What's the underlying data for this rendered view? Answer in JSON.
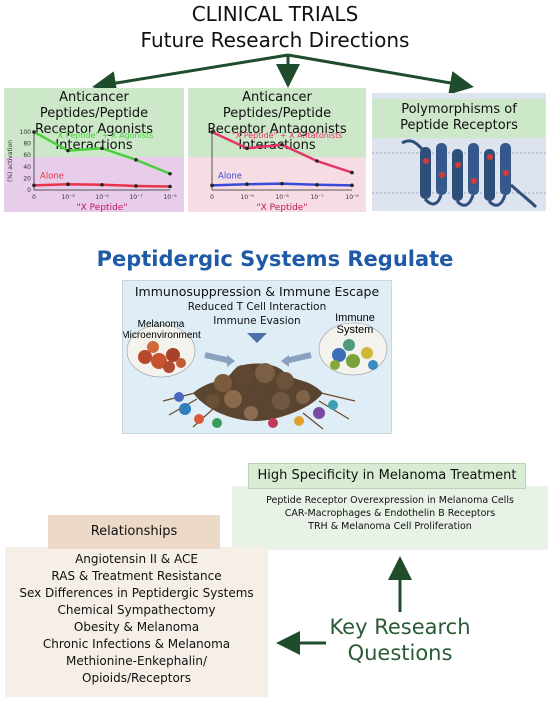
{
  "header": {
    "title": "CLINICAL TRIALS",
    "subtitle": "Future Research Directions"
  },
  "panels": [
    {
      "title_line1": "Anticancer Peptides/Peptide",
      "title_line2": "Receptor Agonists Interactions",
      "chart_data": {
        "type": "line",
        "ylabel": "(%) activation",
        "xlabel": "\"X Peptide\"",
        "x_ticks": [
          "0",
          "10⁻⁹",
          "10⁻⁸",
          "10⁻⁷",
          "10⁻⁶"
        ],
        "y_ticks": [
          "0",
          "20",
          "40",
          "60",
          "80",
          "100"
        ],
        "ylim": [
          0,
          100
        ],
        "series": [
          {
            "name": "\"X Peptide\" + X Agonists",
            "color": "#4ccf3c",
            "values": [
              100,
              68,
              72,
              52,
              28
            ]
          },
          {
            "name": "Alone",
            "color": "#e8334a",
            "values": [
              8,
              10,
              9,
              7,
              6
            ]
          }
        ]
      }
    },
    {
      "title_line1": "Anticancer Peptides/Peptide",
      "title_line2": "Receptor Antagonists Interactions",
      "chart_data": {
        "type": "line",
        "ylabel": "",
        "xlabel": "\"X Peptide\"",
        "x_ticks": [
          "0",
          "10⁻⁹",
          "10⁻⁸",
          "10⁻⁷",
          "10⁻⁶"
        ],
        "y_ticks": [],
        "ylim": [
          0,
          100
        ],
        "series": [
          {
            "name": "\"X Peptide\" + X Antatonists",
            "color": "#e8336a",
            "values": [
              100,
              72,
              78,
              50,
              30
            ]
          },
          {
            "name": "Alone",
            "color": "#3a4bd8",
            "values": [
              8,
              10,
              11,
              9,
              8
            ]
          }
        ]
      }
    },
    {
      "title_line1": "Polymorphisms of",
      "title_line2": "Peptide Receptors"
    }
  ],
  "section_title": "Peptidergic Systems Regulate",
  "immune_panel": {
    "line1": "Immunosuppression & Immune Escape",
    "line2": "Reduced T Cell Interaction",
    "line3": "Immune Evasion",
    "left_label_1": "Melanoma",
    "left_label_2": "Microenvironment",
    "right_label_1": "Immune",
    "right_label_2": "System"
  },
  "specificity": {
    "title": "High Specificity in Melanoma Treatment",
    "items": [
      "Peptide Receptor Overexpression in Melanoma Cells",
      "CAR-Macrophages & Endothelin B Receptors",
      "TRH & Melanoma Cell Proliferation"
    ]
  },
  "relationships": {
    "title": "Relationships",
    "items": [
      "Angiotensin II & ACE",
      "RAS & Treatment Resistance",
      "Sex Differences in Peptidergic Systems",
      "Chemical Sympathectomy",
      "Obesity & Melanoma",
      "Chronic Infections & Melanoma",
      "Methionine-Enkephalin/",
      "Opioids/Receptors"
    ]
  },
  "key_research": {
    "line1": "Key Research",
    "line2": "Questions"
  },
  "colors": {
    "arrow": "#1f4d2c",
    "section_title": "#1f5aa6",
    "receptor": "#2e4f7a"
  }
}
